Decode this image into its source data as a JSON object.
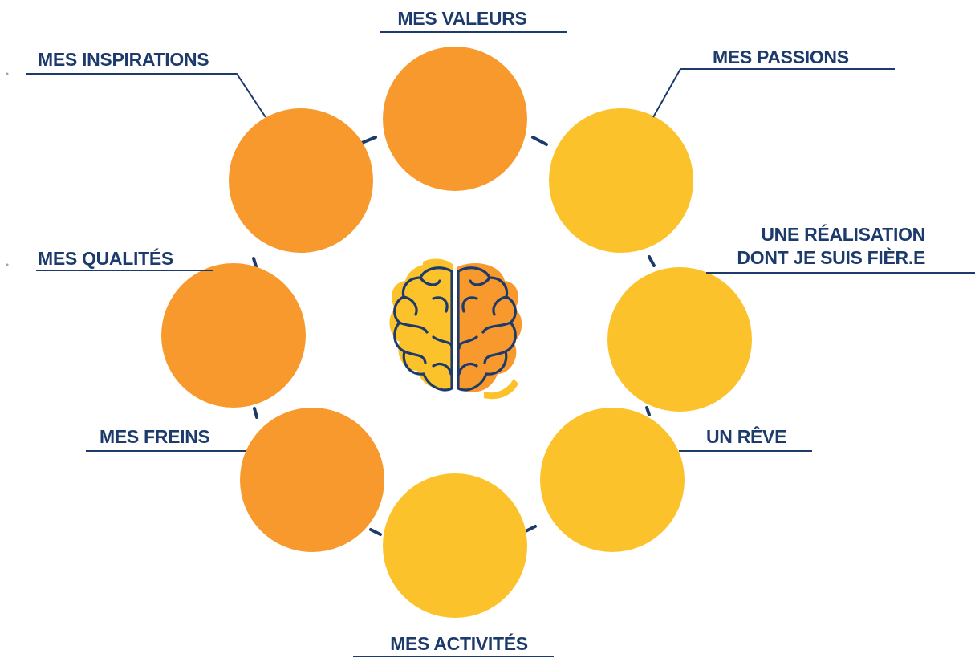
{
  "labels": {
    "valeurs": "MES VALEURS",
    "inspirations": "MES INSPIRATIONS",
    "passions": "MES PASSIONS",
    "realisation_line1": "UNE RÉALISATION",
    "realisation_line2": "DONT JE SUIS FIÈR.E",
    "qualites": "MES QUALITÉS",
    "freins": "MES FREINS",
    "reve": "UN RÊVE",
    "activites": "MES ACTIVITÉS"
  },
  "colors": {
    "orange": "#F7992D",
    "yellow": "#FCC22C",
    "navy": "#1C3A6B"
  },
  "center_icon": "brain-icon"
}
